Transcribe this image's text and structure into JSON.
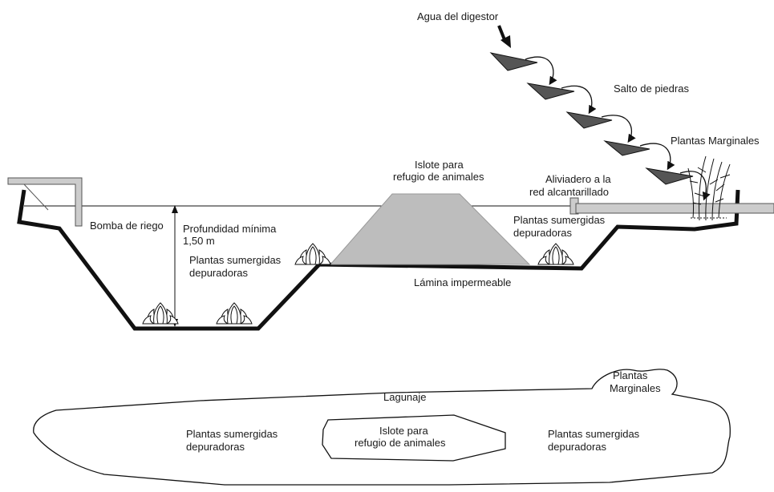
{
  "section_labels": {
    "agua_digestor": "Agua del digestor",
    "salto_piedras": "Salto de piedras",
    "plantas_marginales_top": "Plantas Marginales",
    "islote_line1": "Islote para",
    "islote_line2": "refugio de animales",
    "aliviadero_line1": "Aliviadero a la",
    "aliviadero_line2": "red alcantarillado",
    "bomba_riego": "Bomba de riego",
    "profundidad_line1": "Profundidad mínima",
    "profundidad_line2": "1,50 m",
    "plantas_sumergidas_right_line1": "Plantas sumergidas",
    "plantas_sumergidas_right_line2": "depuradoras",
    "plantas_sumergidas_left_line1": "Plantas sumergidas",
    "plantas_sumergidas_left_line2": "depuradoras",
    "lamina": "Lámina impermeable"
  },
  "plan_labels": {
    "lagunaje": "Lagunaje",
    "plantas_marginales_line1": "Plantas",
    "plantas_marginales_line2": "Marginales",
    "plantas_sumergidas_left_line1": "Plantas sumergidas",
    "plantas_sumergidas_left_line2": "depuradoras",
    "islote_line1": "Islote para",
    "islote_line2": "refugio de animales",
    "plantas_sumergidas_right_line1": "Plantas sumergidas",
    "plantas_sumergidas_right_line2": "depuradoras"
  },
  "colors": {
    "islote_fill": "#bdbdbd",
    "stone_fill": "#555555",
    "pipe_fill": "#cccccc",
    "line": "#111111"
  }
}
